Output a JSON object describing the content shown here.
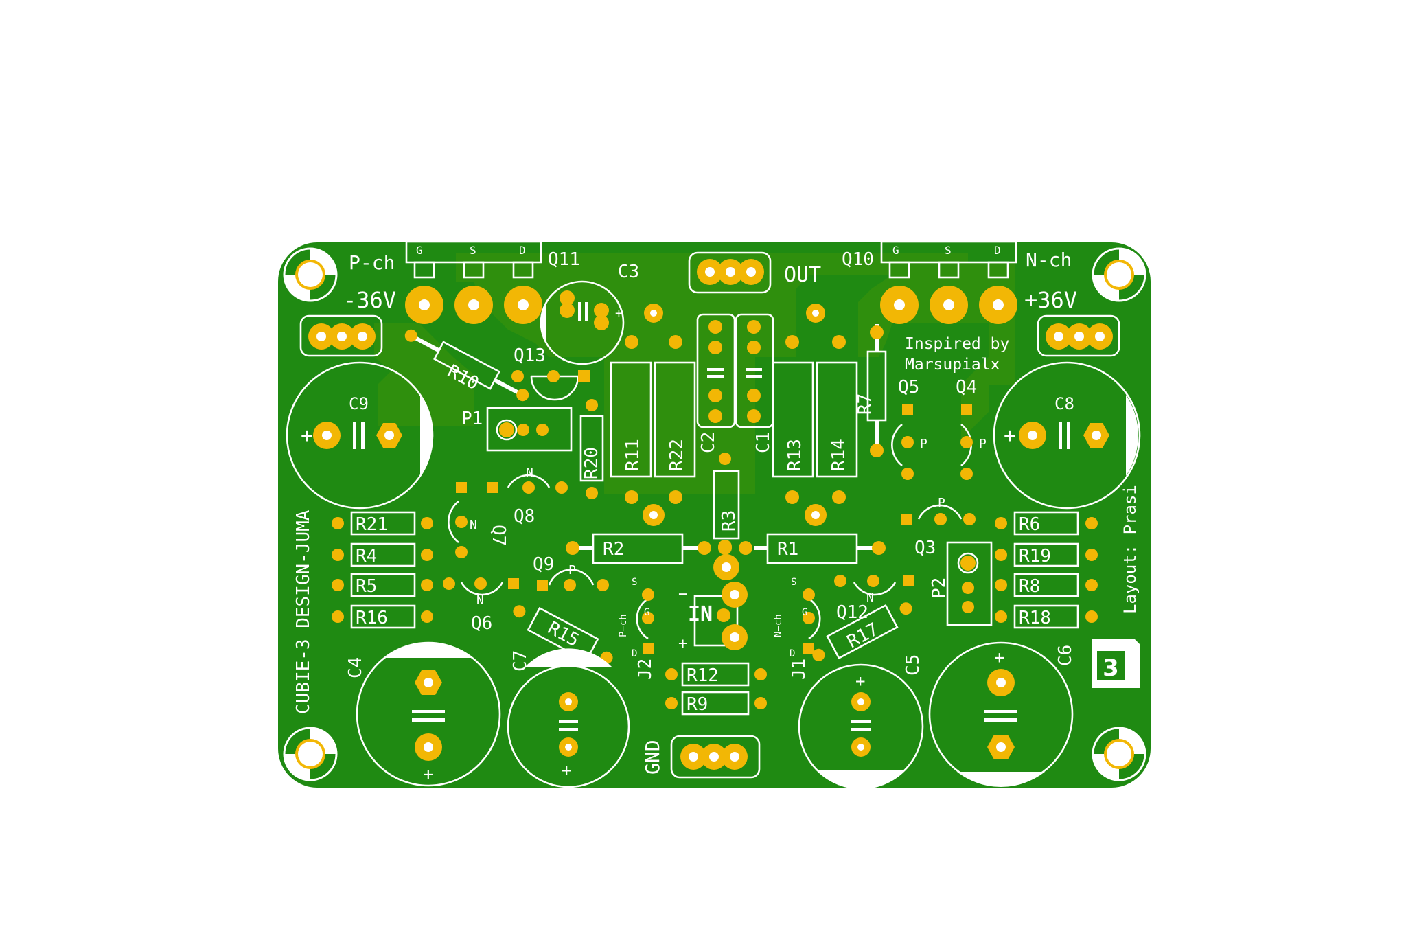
{
  "board": {
    "colors": {
      "background": "#ffffff",
      "board": "#1f8a12",
      "copper_pour": "#3a9a10",
      "pad": "#f2b705",
      "silk": "#ffffff"
    }
  },
  "connectors": {
    "neg_rail": "-36V",
    "pos_rail": "+36V",
    "out": "OUT",
    "in": "IN",
    "gnd": "GND"
  },
  "mosfets": {
    "q11_label": "Q11",
    "q11_type": "P-ch",
    "q10_label": "Q10",
    "q10_type": "N-ch",
    "pin_g": "G",
    "pin_s": "S",
    "pin_d": "D"
  },
  "credits": {
    "inspired_line1": "Inspired by",
    "inspired_line2": "Marsupialx",
    "layout": "Layout: Prasi",
    "design": "CUBIE-3  DESIGN-JUMA",
    "logo": "3"
  },
  "refs": {
    "C1": "C1",
    "C2": "C2",
    "C3": "C3",
    "C4": "C4",
    "C5": "C5",
    "C6": "C6",
    "C7": "C7",
    "C8": "C8",
    "C9": "C9",
    "R1": "R1",
    "R2": "R2",
    "R3": "R3",
    "R4": "R4",
    "R5": "R5",
    "R6": "R6",
    "R7": "R7",
    "R8": "R8",
    "R9": "R9",
    "R10": "R10",
    "R11": "R11",
    "R12": "R12",
    "R13": "R13",
    "R14": "R14",
    "R15": "R15",
    "R16": "R16",
    "R17": "R17",
    "R18": "R18",
    "R19": "R19",
    "R20": "R20",
    "R21": "R21",
    "R22": "R22",
    "Q3": "Q3",
    "Q4": "Q4",
    "Q5": "Q5",
    "Q6": "Q6",
    "Q7": "Q7",
    "Q8": "Q8",
    "Q9": "Q9",
    "Q12": "Q12",
    "Q13": "Q13",
    "P1": "P1",
    "P2": "P2",
    "J1": "J1",
    "J2": "J2"
  },
  "marks": {
    "plus": "+",
    "minus": "−",
    "n": "N",
    "p": "P",
    "g": "G",
    "s": "S",
    "d": "D",
    "pch": "P−ch",
    "nch": "N−ch"
  }
}
